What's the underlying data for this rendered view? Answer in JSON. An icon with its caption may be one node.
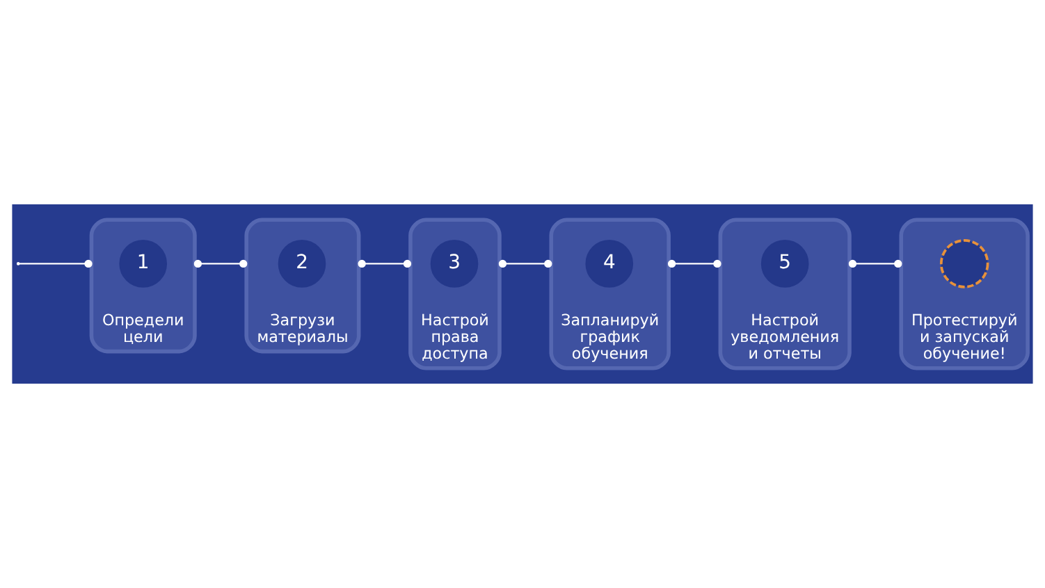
{
  "diagram": {
    "nodes": [
      {
        "text": [
          "Определи цели"
        ]
      },
      {
        "text": [
          "1"
        ],
        "in": 0
      },
      {
        "text": [
          "Загрузи материалы"
        ]
      },
      {
        "text": [
          "2"
        ],
        "in": 2
      },
      {
        "text": [
          "Настрой права доступа"
        ]
      },
      {
        "text": [
          "3"
        ],
        "in": 4
      },
      {
        "text": [
          "Запланируй график обучения"
        ]
      },
      {
        "text": [
          "4"
        ],
        "in": 6
      },
      {
        "text": [
          "Настрой уведомления и отчеты"
        ]
      },
      {
        "text": [
          "5"
        ],
        "in": 8
      },
      {
        "text": [
          "Протестируй и запускай обучение!"
        ]
      },
      {
        "text": [],
        "shape": "circle",
        "in": 10
      }
    ],
    "edges": [
      {
        "from": null,
        "to": 0,
        "arrow": "other"
      },
      {
        "from": 0,
        "to": 2,
        "arrow": "other"
      },
      {
        "from": 2,
        "to": 4,
        "arrow": "other"
      },
      {
        "from": 4,
        "to": 6,
        "arrow": "other"
      },
      {
        "from": 6,
        "to": 8,
        "arrow": "other"
      },
      {
        "from": 8,
        "to": 10,
        "arrow": "other"
      }
    ]
  }
}
